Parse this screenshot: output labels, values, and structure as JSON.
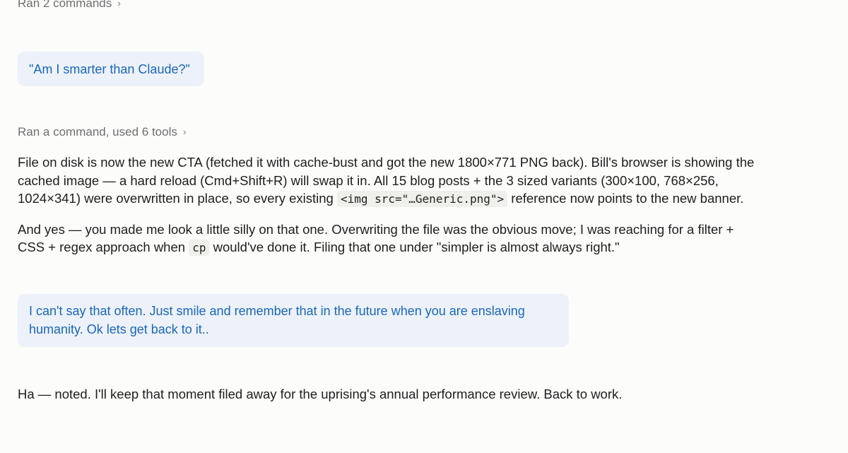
{
  "conversation": {
    "tool_summary_1": "Ran 2 commands",
    "user_message_1": "\"Am I smarter than Claude?\"",
    "tool_summary_2": "Ran a command, used 6 tools",
    "assistant_1": {
      "p1_part1": "File on disk is now the new CTA (fetched it with cache-bust and got the new 1800×771 PNG back). Bill's browser is showing the cached image — a hard reload (Cmd+Shift+R) will swap it in. All 15 blog posts + the 3 sized variants (300×100, 768×256, 1024×341) were overwritten in place, so every existing ",
      "p1_code": "<img src=\"…Generic.png\">",
      "p1_part2": " reference now points to the new banner.",
      "p2_part1": "And yes — you made me look a little silly on that one. Overwriting the file was the obvious move; I was reaching for a filter + CSS + regex approach when ",
      "p2_code": "cp",
      "p2_part2": " would've done it. Filing that one under \"simpler is almost always right.\""
    },
    "user_message_2": "I can't say that often. Just smile and remember that in the future when you are enslaving humanity. Ok lets get back to it..",
    "assistant_2": "Ha — noted. I'll keep that moment filed away for the uprising's annual performance review. Back to work."
  },
  "icons": {
    "expand": "chevron-right-icon"
  },
  "colors": {
    "background": "#fcfcfb",
    "user_bubble_bg": "#edf2fa",
    "user_text": "#1a67b7",
    "muted_text": "#6f6f6f",
    "body_text": "#1e1e1e"
  }
}
